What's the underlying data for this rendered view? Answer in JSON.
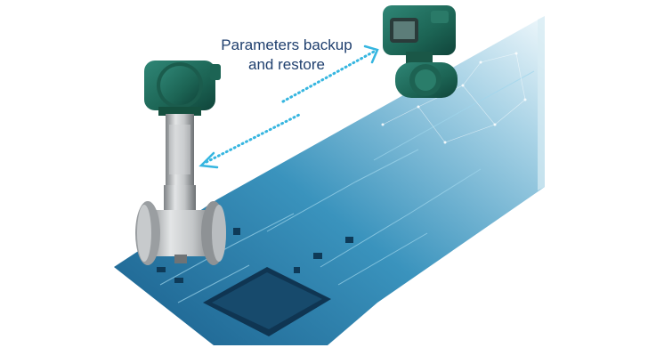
{
  "caption": {
    "line1": "Parameters backup",
    "line2": "and restore"
  },
  "icons": {
    "arrow": "double-headed-dotted-arrow",
    "device_left": "vortex-flowmeter",
    "device_right": "remote-transmitter"
  },
  "colors": {
    "caption_text": "#1f3f6e",
    "arrow": "#36b6e0",
    "device_green": "#1f6a5a",
    "board_blue": "#1d6f9c"
  }
}
